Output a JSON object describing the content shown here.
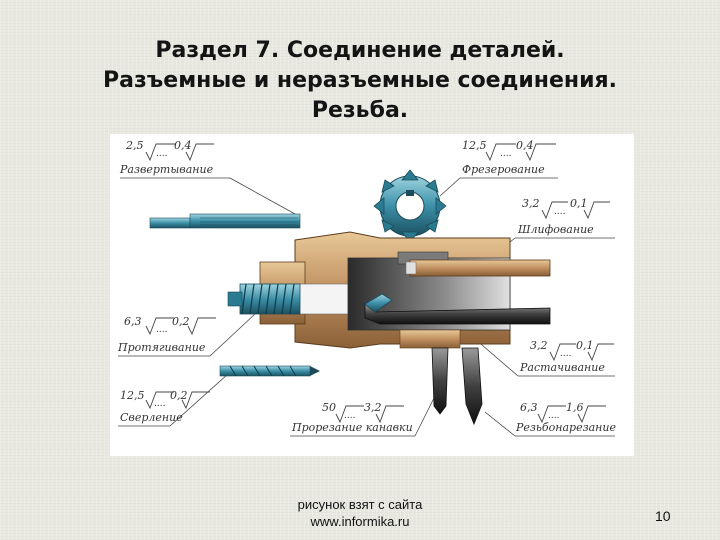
{
  "slide": {
    "title_line1": "Раздел 7. Соединение деталей.",
    "title_line2": "Разъемные и неразъемные соединения.",
    "title_line3": "Резьба.",
    "caption_line1": "рисунок взят с сайта",
    "caption_line2": "www.informika.ru",
    "page_number": "10"
  },
  "figure": {
    "operations": [
      {
        "name": "Развертывание",
        "roughness": "2,5",
        "dots": "....",
        "value": "0,4"
      },
      {
        "name": "Фрезерование",
        "roughness": "12,5",
        "dots": "....",
        "value": "0,4"
      },
      {
        "name": "Шлифование",
        "roughness": "3,2",
        "dots": "....",
        "value": "0,1"
      },
      {
        "name": "Протягивание",
        "roughness": "6,3",
        "dots": "....",
        "value": "0,2"
      },
      {
        "name": "Растачивание",
        "roughness": "3,2",
        "dots": "....",
        "value": "0,1"
      },
      {
        "name": "Сверление",
        "roughness": "12,5",
        "dots": "....",
        "value": "0,2"
      },
      {
        "name": "Прорезание канавки",
        "roughness": "50",
        "dots": "....",
        "value": "3,2"
      },
      {
        "name": "Резьбонарезание",
        "roughness": "6,3",
        "dots": "....",
        "value": "1,6"
      }
    ],
    "colors": {
      "body": "#c8a070",
      "tool_blue": "#3c90a8",
      "tool_dark": "#3a3a3a"
    }
  }
}
